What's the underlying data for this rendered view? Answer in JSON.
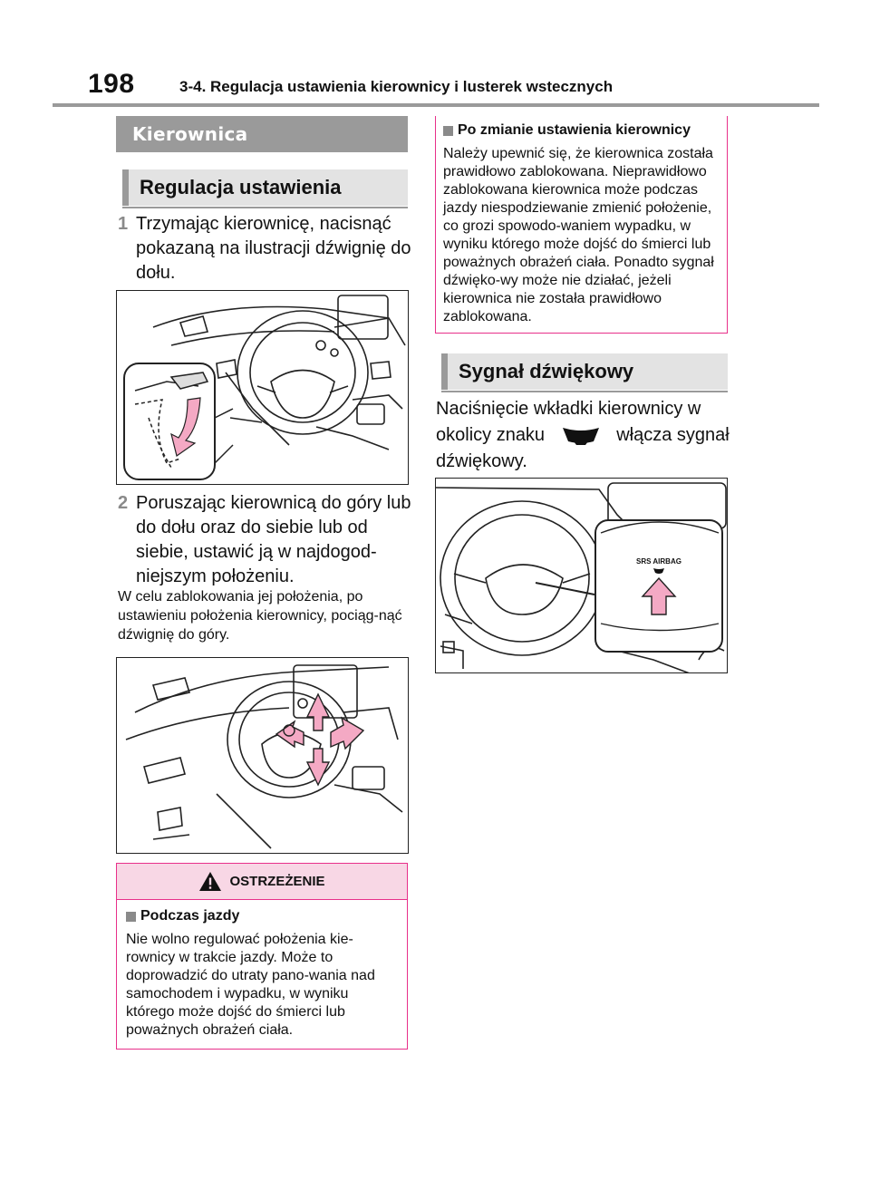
{
  "header": {
    "page_number": "198",
    "title": "3-4. Regulacja ustawienia kierownicy i lusterek wstecznych"
  },
  "left": {
    "section_title": "Kierownica",
    "subsection_title": "Regulacja ustawienia",
    "step1": {
      "num": "1",
      "text": "Trzymając kierownicę, nacisnąć pokazaną na ilustracji dźwignię do dołu."
    },
    "step2": {
      "num": "2",
      "text": "Poruszając kierownicą do góry lub do dołu oraz do siebie lub od siebie, ustawić ją w najdogod-niejszym położeniu."
    },
    "lock_note": "W celu zablokowania jej położenia, po ustawieniu położenia kierownicy, pociąg-nąć dźwignię do góry.",
    "warning": {
      "label": "OSTRZEŻENIE",
      "heading": "Podczas jazdy",
      "text": "Nie wolno regulować położenia kie-rownicy w trakcie jazdy. Może to doprowadzić do utraty pano-wania nad samochodem i wypadku, w wyniku którego może dojść do śmierci lub poważnych obrażeń ciała."
    }
  },
  "right": {
    "note": {
      "heading": "Po zmianie ustawienia kierownicy",
      "text": "Należy upewnić się, że kierownica została prawidłowo zablokowana. Nieprawidłowo zablokowana kierownica może podczas jazdy niespodziewanie zmienić położenie, co grozi spowodo-waniem wypadku, w wyniku którego może dojść do śmierci lub poważnych obrażeń ciała. Ponadto sygnał dźwięko-wy może nie działać, jeżeli kierownica nie została prawidłowo zablokowana."
    },
    "horn_title": "Sygnał dźwiękowy",
    "horn_text_before": "Naciśnięcie wkładki kierownicy w okolicy znaku",
    "horn_text_after": "włącza sygnał dźwiękowy.",
    "horn_icon": "horn-icon",
    "airbag_label": "SRS AIRBAG"
  },
  "icons": {
    "warning": "warning-triangle-icon"
  },
  "colors": {
    "accent_pink": "#e8308a",
    "pink_fill": "#f8d7e5",
    "band_gray": "#9a9a9a",
    "arrow_fill": "#f4a9c4"
  }
}
